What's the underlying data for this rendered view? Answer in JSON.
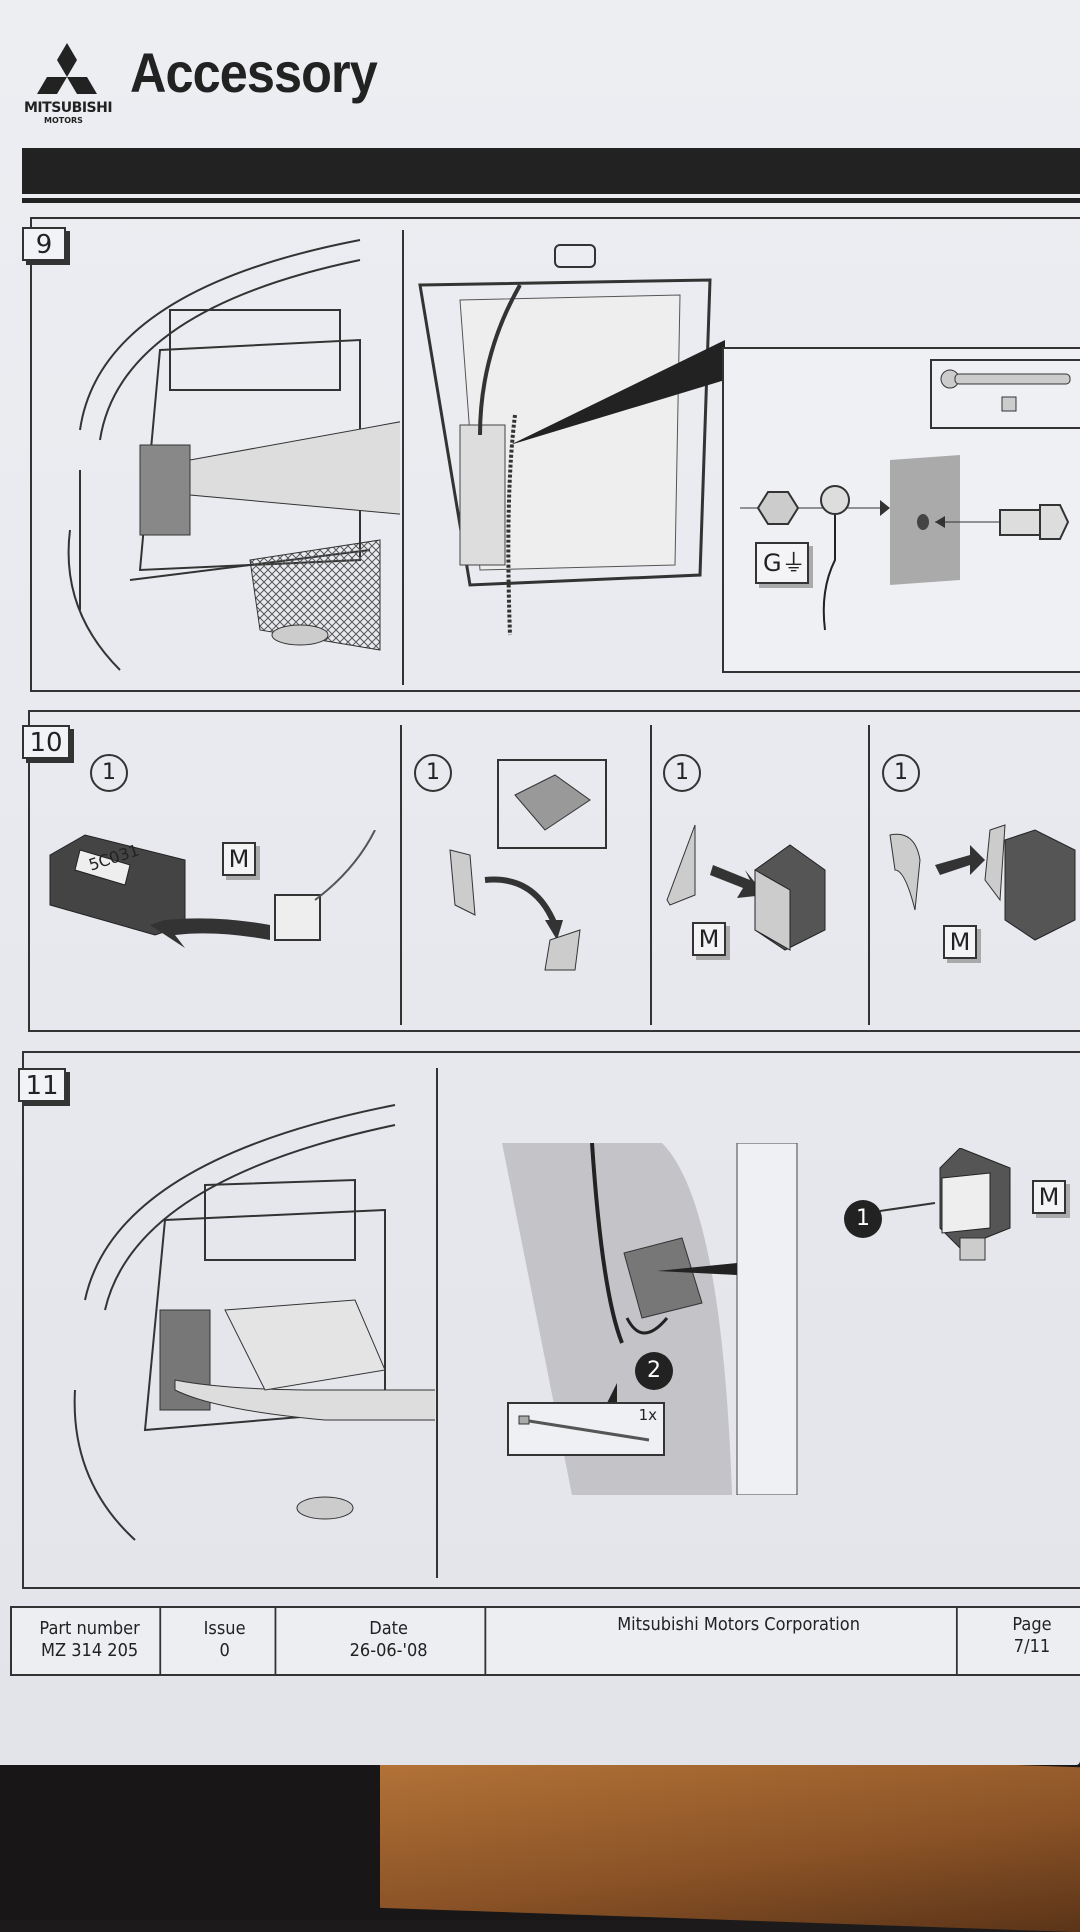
{
  "header": {
    "brand": "MITSUBISHI",
    "brand_sub": "MOTORS",
    "title": "Accessory"
  },
  "steps": [
    {
      "number": "9",
      "ground_label": "G"
    },
    {
      "number": "10",
      "callouts": [
        "1",
        "1",
        "1",
        "1"
      ],
      "module_label": "5C031",
      "m_label": "M"
    },
    {
      "number": "11",
      "callouts": [
        "1",
        "2"
      ],
      "m_label": "M",
      "quantity": "1x"
    }
  ],
  "footer": {
    "part_number_label": "Part number",
    "part_number": "MZ 314 205",
    "issue_label": "Issue",
    "issue": "0",
    "date_label": "Date",
    "date": "26-06-'08",
    "company": "Mitsubishi Motors Corporation",
    "page_label": "Page",
    "page": "7/11"
  }
}
